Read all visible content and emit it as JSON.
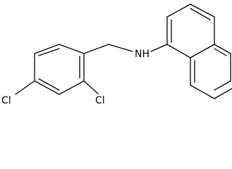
{
  "structure": {
    "atoms": {
      "chlorine_para": "Cl",
      "chlorine_ortho": "Cl",
      "amine_nh": "NH"
    },
    "colors": {
      "bond": "#000000",
      "label": "#000000",
      "background": "#ffffff"
    }
  }
}
